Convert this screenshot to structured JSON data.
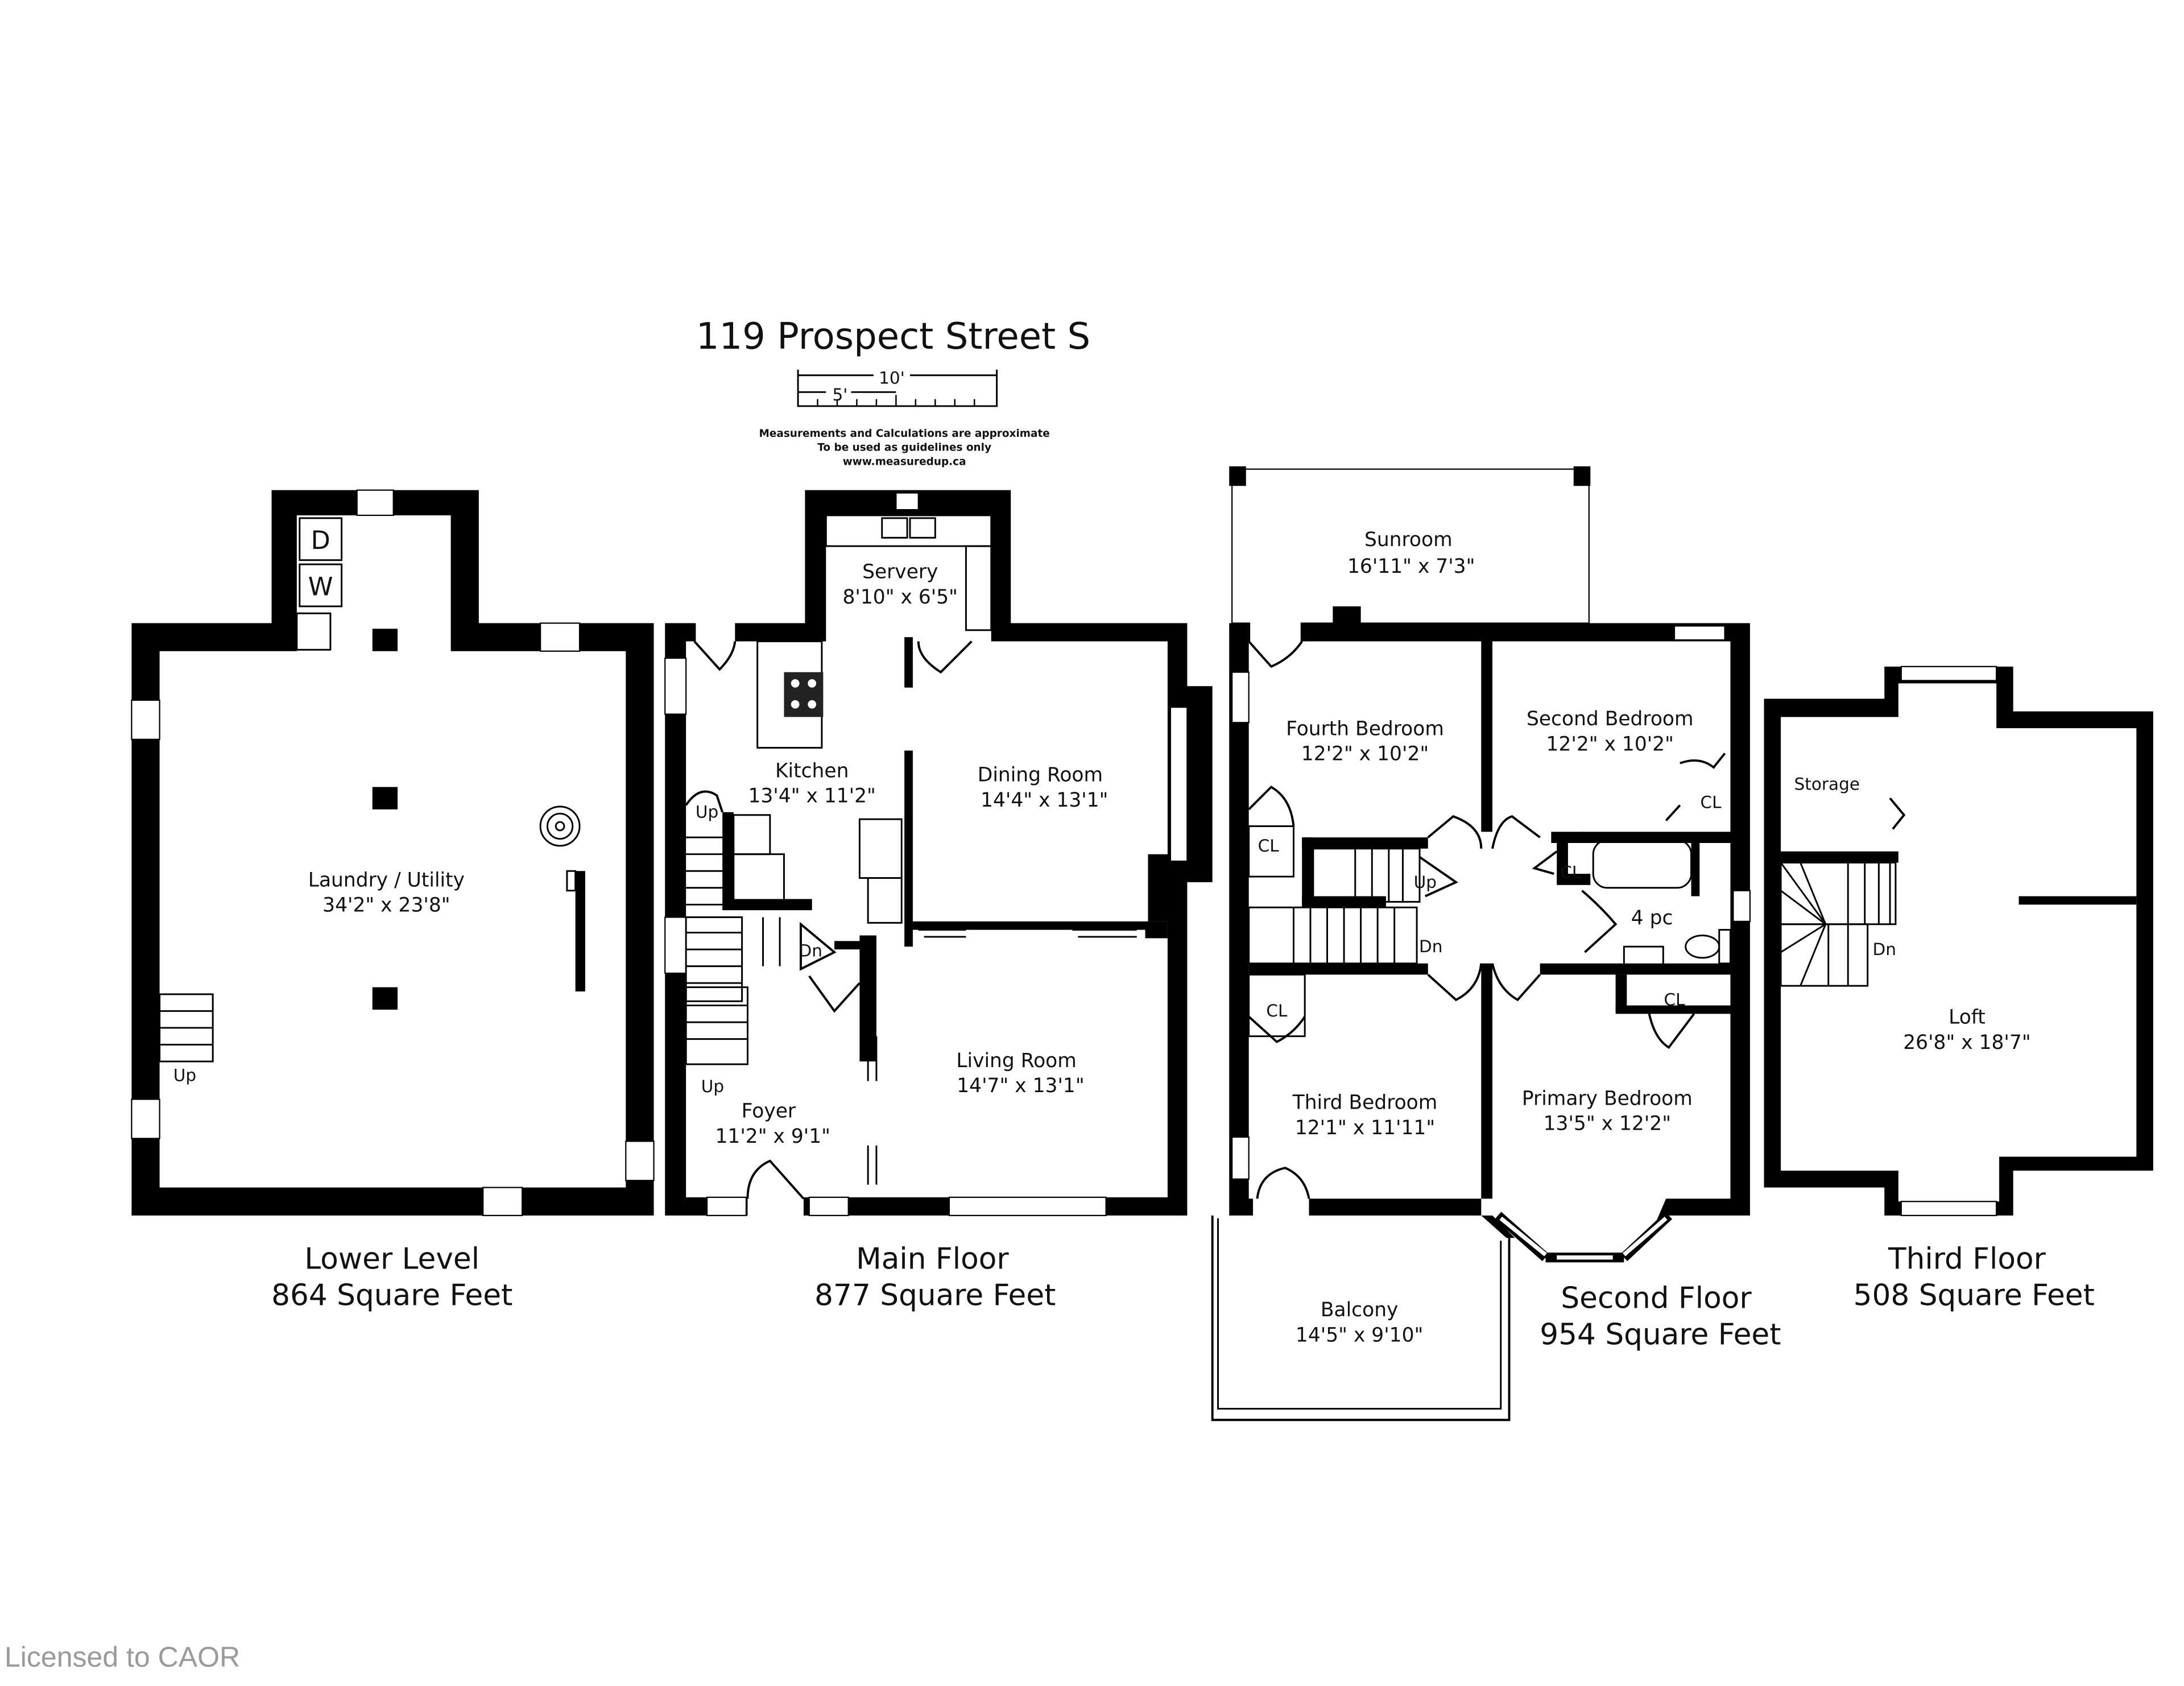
{
  "title": "119 Prospect Street S",
  "scale_bar": {
    "label_10": "10'",
    "label_5": "5'"
  },
  "disclaimer": {
    "line1": "Measurements and Calculations are approximate",
    "line2": "To be used as guidelines only",
    "line3": "www.measuredup.ca"
  },
  "floors": [
    {
      "name": "Lower Level",
      "area": "864 Square Feet",
      "rooms": [
        {
          "name": "Laundry / Utility",
          "dims": "34'2\" x 23'8\""
        }
      ],
      "fixtures": {
        "dryer": "D",
        "washer": "W",
        "stairs": "Up"
      }
    },
    {
      "name": "Main Floor",
      "area": "877 Square Feet",
      "rooms": [
        {
          "name": "Servery",
          "dims": "8'10\" x 6'5\""
        },
        {
          "name": "Kitchen",
          "dims": "13'4\" x 11'2\""
        },
        {
          "name": "Dining Room",
          "dims": "14'4\" x 13'1\""
        },
        {
          "name": "Living Room",
          "dims": "14'7\" x 13'1\""
        },
        {
          "name": "Foyer",
          "dims": "11'2\" x 9'1\""
        }
      ],
      "stairs": {
        "up1": "Up",
        "up2": "Up",
        "dn": "Dn"
      }
    },
    {
      "name": "Second Floor",
      "area": "954 Square Feet",
      "rooms": [
        {
          "name": "Sunroom",
          "dims": "16'11\" x 7'3\""
        },
        {
          "name": "Fourth Bedroom",
          "dims": "12'2\" x 10'2\""
        },
        {
          "name": "Second Bedroom",
          "dims": "12'2\" x 10'2\""
        },
        {
          "name": "Third Bedroom",
          "dims": "12'1\" x 11'11\""
        },
        {
          "name": "Primary Bedroom",
          "dims": "13'5\" x 12'2\""
        },
        {
          "name": "Balcony",
          "dims": "14'5\" x 9'10\""
        },
        {
          "name": "4 pc",
          "dims": ""
        }
      ],
      "closet_label": "CL",
      "stairs": {
        "up": "Up",
        "dn": "Dn"
      }
    },
    {
      "name": "Third Floor",
      "area": "508 Square Feet",
      "rooms": [
        {
          "name": "Storage",
          "dims": ""
        },
        {
          "name": "Loft",
          "dims": "26'8\" x 18'7\""
        }
      ],
      "stairs": {
        "dn": "Dn"
      }
    }
  ],
  "watermark": "Licensed to CAOR"
}
